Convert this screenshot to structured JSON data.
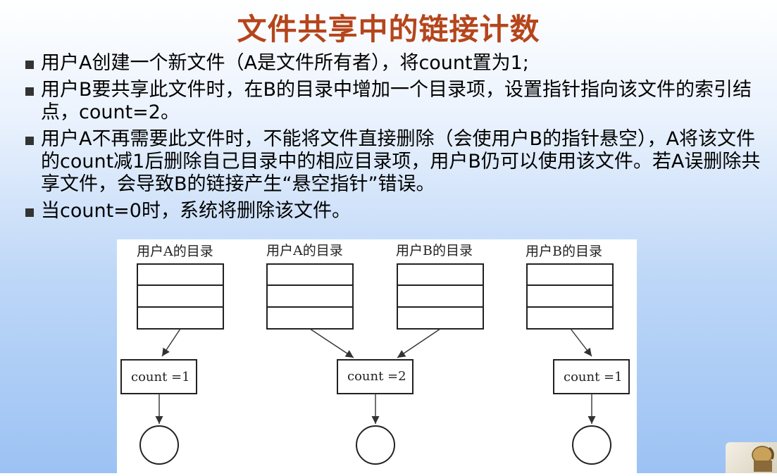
{
  "slide": {
    "title": "文件共享中的链接计数",
    "bullets": [
      "用户A创建一个新文件（A是文件所有者），将count置为1;",
      "用户B要共享此文件时，在B的目录中增加一个目录项，设置指针指向该文件的索引结点，count=2。",
      "用户A不再需要此文件时，不能将文件直接删除（会使用户B的指针悬空），A将该文件的count减1后删除自己目录中的相应目录项，用户B仍可以使用该文件。若A误删除共享文件，会导致B的链接产生“悬空指针”错误。",
      "当count=0时，系统将删除该文件。"
    ]
  },
  "figure": {
    "directories": [
      "用户A的目录",
      "用户A的目录",
      "用户B的目录",
      "用户B的目录"
    ],
    "counts": [
      "count =1",
      "count =2",
      "count =1"
    ]
  },
  "colors": {
    "title": "#b5451b",
    "text": "#000000"
  },
  "icons": {
    "corner": "cartoon-figure-icon"
  }
}
